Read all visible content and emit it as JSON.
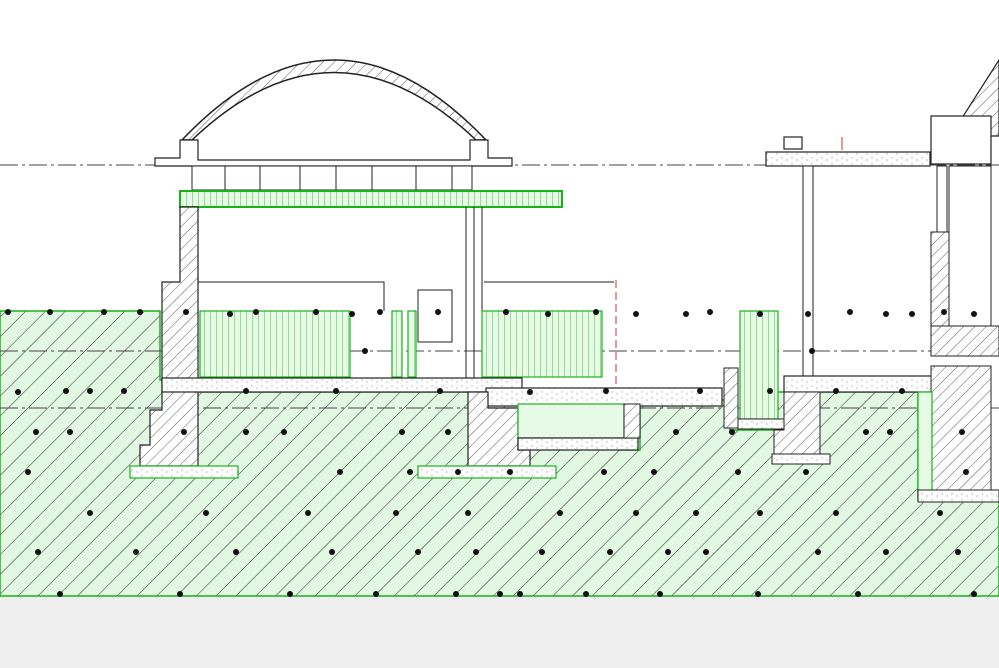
{
  "drawing": {
    "type": "architectural-section",
    "colors": {
      "background": "#ffffff",
      "footer": "#efefef",
      "line": "#222222",
      "hatch": "#333333",
      "selection_green": "#19b219",
      "selection_fill": "#dff7df",
      "axis_red": "#cc3333",
      "dot": "#111111"
    },
    "elements": [
      "ground-soil-hatch",
      "dome-roof",
      "roof-slab-selected",
      "foundation-footings",
      "retaining-walls",
      "pool-basin",
      "axis-lines",
      "right-building-wall"
    ]
  }
}
